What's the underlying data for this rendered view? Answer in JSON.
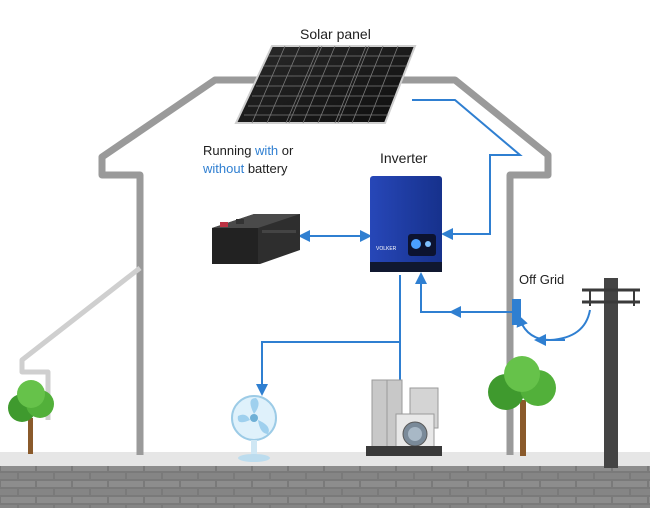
{
  "labels": {
    "solar_panel": "Solar panel",
    "inverter": "Inverter",
    "off_grid": "Off Grid",
    "battery_note": {
      "part1": "Running ",
      "part2": "with",
      "part3": " or",
      "part4": "without",
      "part5": " battery"
    },
    "inverter_brand": "VOLKER"
  },
  "icons": [
    "solar-panel-icon",
    "battery-icon",
    "inverter-icon",
    "fan-icon",
    "appliances-icon",
    "grid-meter-icon",
    "power-pole-icon",
    "tree-icon"
  ],
  "colors": {
    "house_outline": "#9a9a9a",
    "wire": "#2f7fd1",
    "inverter_body": "#1c3fa8",
    "ground": "#8c8c8c",
    "wall": "#6e6e6e"
  }
}
